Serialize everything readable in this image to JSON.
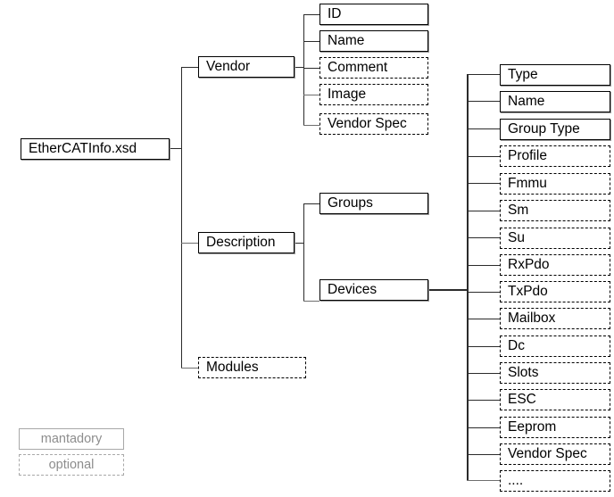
{
  "diagram": {
    "title": "EtherCATInfo.xsd schema tree",
    "type": "tree-diagram",
    "colors": {
      "box_border_mandatory": "#000000",
      "box_border_optional": "#000000",
      "box_shadow": "#9a9a9a",
      "edge": "#2b2b2b",
      "edge_gray": "#6e6e6e",
      "text": "#000000",
      "legend_text": "#8d8d8d",
      "legend_border": "#a8a8a8",
      "background": "#ffffff"
    }
  },
  "root": {
    "label": "EtherCATInfo.xsd",
    "kind": "mandatory"
  },
  "level1": [
    {
      "label": "Vendor",
      "kind": "mandatory"
    },
    {
      "label": "Description",
      "kind": "mandatory"
    },
    {
      "label": "Modules",
      "kind": "optional"
    }
  ],
  "vendor_children": [
    {
      "label": "ID",
      "kind": "mandatory"
    },
    {
      "label": "Name",
      "kind": "mandatory"
    },
    {
      "label": "Comment",
      "kind": "optional"
    },
    {
      "label": "Image",
      "kind": "optional"
    },
    {
      "label": "Vendor Spec",
      "kind": "optional"
    }
  ],
  "description_children": [
    {
      "label": "Groups",
      "kind": "mandatory"
    },
    {
      "label": "Devices",
      "kind": "mandatory"
    }
  ],
  "device_children": [
    {
      "label": "Type",
      "kind": "mandatory"
    },
    {
      "label": "Name",
      "kind": "mandatory"
    },
    {
      "label": "Group Type",
      "kind": "mandatory"
    },
    {
      "label": "Profile",
      "kind": "optional"
    },
    {
      "label": "Fmmu",
      "kind": "optional"
    },
    {
      "label": "Sm",
      "kind": "optional"
    },
    {
      "label": "Su",
      "kind": "optional"
    },
    {
      "label": "RxPdo",
      "kind": "optional"
    },
    {
      "label": "TxPdo",
      "kind": "optional"
    },
    {
      "label": "Mailbox",
      "kind": "optional"
    },
    {
      "label": "Dc",
      "kind": "optional"
    },
    {
      "label": "Slots",
      "kind": "optional"
    },
    {
      "label": "ESC",
      "kind": "optional"
    },
    {
      "label": "Eeprom",
      "kind": "optional"
    },
    {
      "label": "Vendor Spec",
      "kind": "optional"
    },
    {
      "label": "....",
      "kind": "optional"
    }
  ],
  "legend": [
    {
      "label": "mantadory",
      "kind": "mandatory"
    },
    {
      "label": "optional",
      "kind": "optional"
    }
  ]
}
